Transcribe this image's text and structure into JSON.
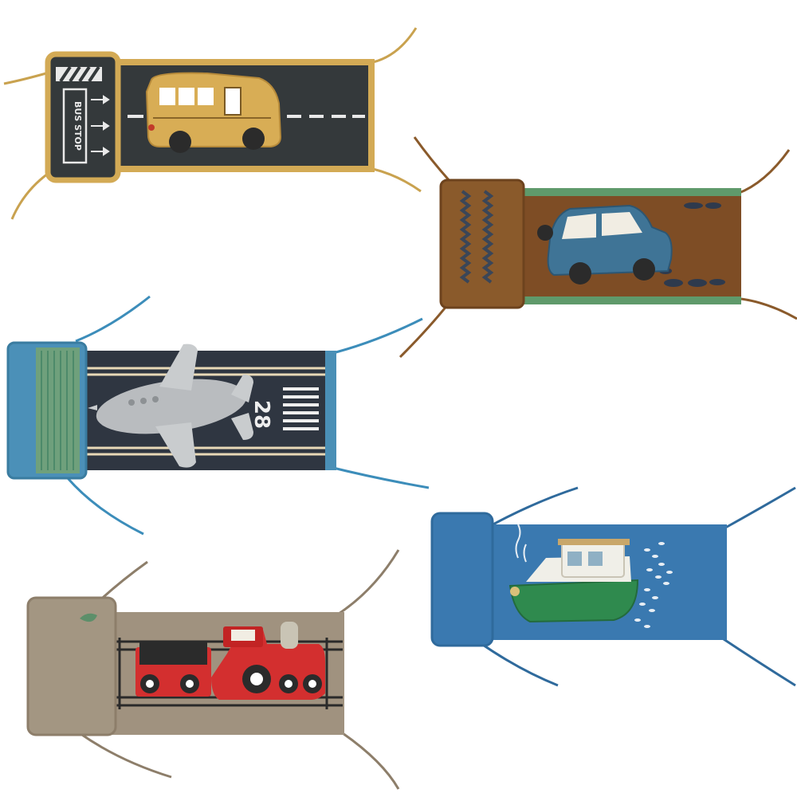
{
  "mats": [
    {
      "id": "bus",
      "label": "BUS STOP",
      "toy": "school-bus",
      "colors": {
        "mat": "#34393b",
        "trim": "#d3aa55",
        "toy": "#d8ad55"
      }
    },
    {
      "id": "car",
      "label": "",
      "toy": "car",
      "colors": {
        "mat": "#7e4d25",
        "trim": "#5f9a6b",
        "toy": "#3f7496"
      }
    },
    {
      "id": "plane",
      "label": "",
      "toy": "airplane",
      "colors": {
        "mat": "#2f3641",
        "trim": "#4a8fb6",
        "toy": "#b9bcbf"
      }
    },
    {
      "id": "boat",
      "label": "",
      "toy": "boat",
      "colors": {
        "mat": "#3a79b0",
        "trim": "#2f6a9c",
        "toy": "#2f8a4e"
      }
    },
    {
      "id": "train",
      "label": "",
      "toy": "train",
      "colors": {
        "mat": "#a0927f",
        "trim": "#8d7e6a",
        "toy": "#d32f2f"
      }
    }
  ]
}
